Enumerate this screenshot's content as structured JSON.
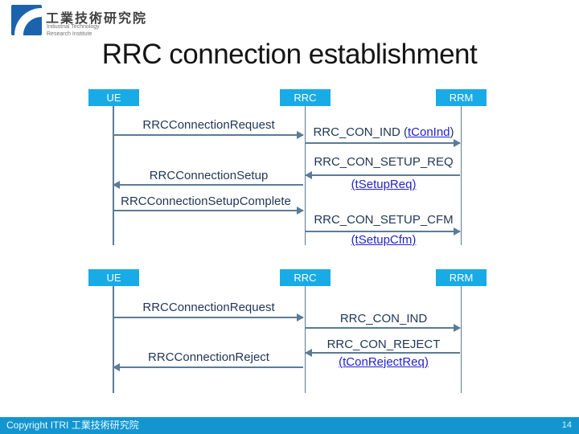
{
  "logo": {
    "cjk": "工業技術研究院",
    "en_line1": "Industrial Technology",
    "en_line2": "Research Institute"
  },
  "title": "RRC connection establishment",
  "colors": {
    "actor_cyan": "#18abe6",
    "footer_cyan": "#1396d0",
    "line_steel": "#5b7b96",
    "label_navy": "#1f3656",
    "link_blue": "#2323cc",
    "logo_blue": "#1c63ae"
  },
  "diagram1": {
    "actors": [
      {
        "label": "UE"
      },
      {
        "label": "RRC"
      },
      {
        "label": "RRM"
      }
    ],
    "messages": [
      {
        "label": "RRCConnectionRequest"
      },
      {
        "label_pre": "RRC_CON_IND (",
        "label_link": "tConInd",
        "label_post": ")"
      },
      {
        "label": "RRC_CON_SETUP_REQ",
        "sublabel_link": "(tSetupReq)"
      },
      {
        "label": "RRCConnectionSetup"
      },
      {
        "label": "RRCConnectionSetupComplete"
      },
      {
        "label": "RRC_CON_SETUP_CFM",
        "sublabel_link": "(tSetupCfm)"
      }
    ]
  },
  "diagram2": {
    "actors": [
      {
        "label": "UE"
      },
      {
        "label": "RRC"
      },
      {
        "label": "RRM"
      }
    ],
    "messages": [
      {
        "label": "RRCConnectionRequest"
      },
      {
        "label": "RRC_CON_IND"
      },
      {
        "label": "RRC_CON_REJECT",
        "sublabel_link": "(tConRejectReq)"
      },
      {
        "label": "RRCConnectionReject"
      }
    ]
  },
  "footer": {
    "copyright": "Copyright  ITRI  工業技術研究院",
    "page": "14"
  }
}
